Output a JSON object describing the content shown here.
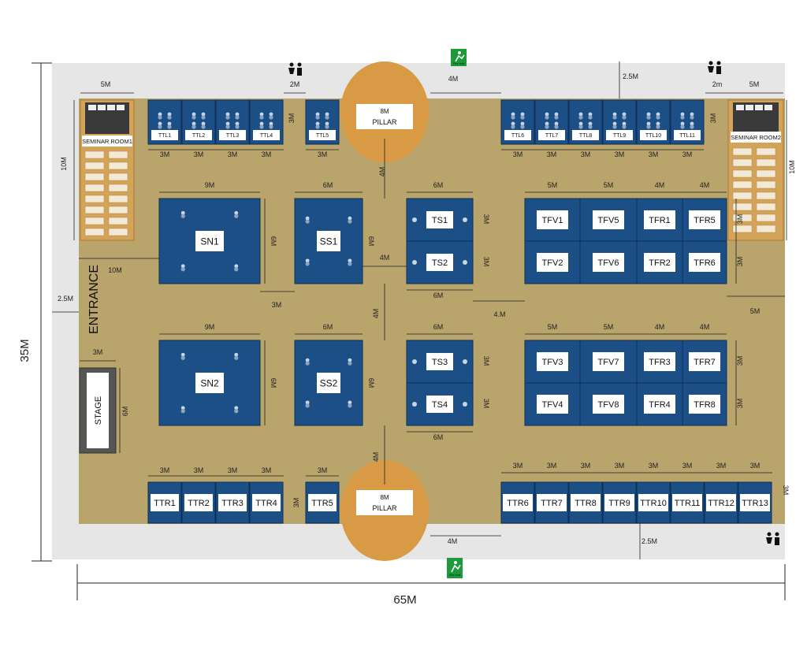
{
  "overall": {
    "width_label": "65M",
    "height_label": "35M"
  },
  "labels": {
    "entrance": "ENTRANCE",
    "stage": "STAGE",
    "seminar_room_1": "SEMINAR ROOM1",
    "seminar_room_2": "SEMINAR ROOM2",
    "pillar_size": "8M",
    "pillar_word": "PILLAR",
    "fire_exit": "Fire exit"
  },
  "booths": {
    "ttl": [
      "TTL1",
      "TTL2",
      "TTL3",
      "TTL4",
      "TTL5",
      "TTL6",
      "TTL7",
      "TTL8",
      "TTL9",
      "TTL10",
      "TTL11"
    ],
    "ttr": [
      "TTR1",
      "TTR2",
      "TTR3",
      "TTR4",
      "TTR5",
      "TTR6",
      "TTR7",
      "TTR8",
      "TTR9",
      "TTR10",
      "TTR11",
      "TTR12",
      "TTR13"
    ],
    "sn": [
      "SN1",
      "SN2"
    ],
    "ss": [
      "SS1",
      "SS2"
    ],
    "ts": [
      "TS1",
      "TS2",
      "TS3",
      "TS4"
    ],
    "tfv": [
      "TFV1",
      "TFV5",
      "TFV2",
      "TFV6",
      "TFV3",
      "TFV7",
      "TFV4",
      "TFV8"
    ],
    "tfr": [
      "TFR1",
      "TFR5",
      "TFR2",
      "TFR6",
      "TFR3",
      "TFR7",
      "TFR4",
      "TFR8"
    ]
  },
  "dimensions": {
    "m2": "2M",
    "m2_lower": "2m",
    "m2_5": "2.5M",
    "m3": "3M",
    "m4": "4M",
    "m4_dot": "4.M",
    "m5": "5M",
    "m6": "6M",
    "m9": "9M",
    "m10": "10M"
  },
  "colors": {
    "floor": "#b9a46b",
    "booth_blue": "#1c4f86",
    "pillar": "#d89a45",
    "seminar": "#d4a35a",
    "stage": "#555555",
    "outer_bg": "#e6e6e6"
  }
}
